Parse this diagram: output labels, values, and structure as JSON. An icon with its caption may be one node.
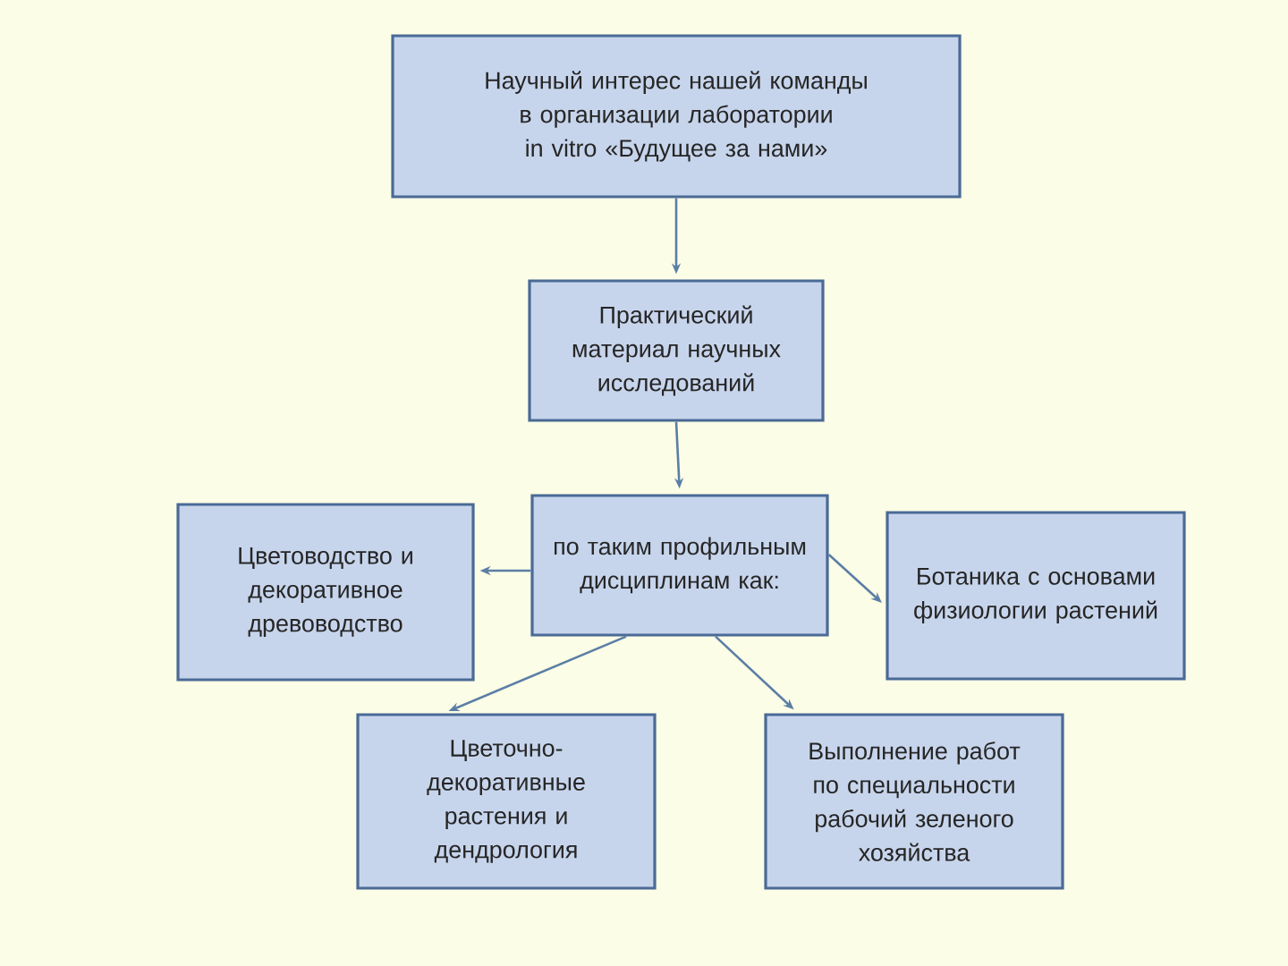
{
  "diagram": {
    "nodes": [
      {
        "text": [
          "Научный интерес нашей команды в организации лаборатории in vitro «Будущее за нами»"
        ]
      },
      {
        "text": [
          "Практический материал научных исследований"
        ]
      },
      {
        "text": [
          "по таким профильным дисциплинам как:"
        ]
      },
      {
        "text": [
          "Цветоводство и декоративное древоводство"
        ]
      },
      {
        "text": [
          "Ботаника с основами физиологии растений"
        ]
      },
      {
        "text": [
          "Цветочно-декоративные растения и дендрология"
        ]
      },
      {
        "text": [
          "Выполнение работ по специальности рабочий зеленого хозяйства"
        ]
      }
    ],
    "edges": [
      {
        "from": 0,
        "to": 1,
        "arrow": "to"
      },
      {
        "from": 1,
        "to": 2,
        "arrow": "to"
      },
      {
        "from": 2,
        "to": 3,
        "arrow": "to"
      },
      {
        "from": 2,
        "to": 4,
        "arrow": "to"
      },
      {
        "from": 2,
        "to": 5,
        "arrow": "to"
      },
      {
        "from": 2,
        "to": 6,
        "arrow": "to"
      }
    ]
  }
}
